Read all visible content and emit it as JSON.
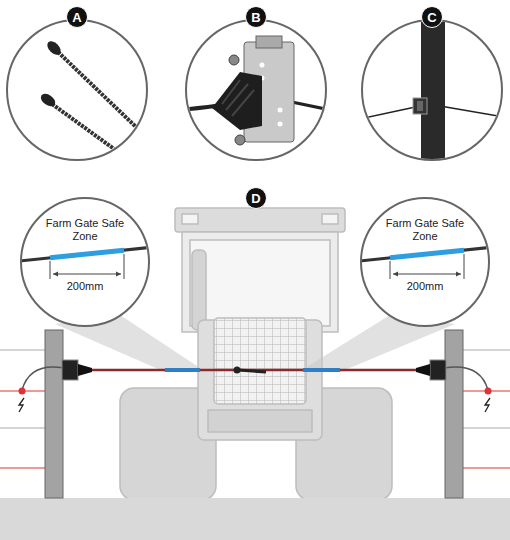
{
  "diagram": {
    "nodes": [
      {
        "text": [
          "A"
        ]
      },
      {
        "text": [
          "B"
        ]
      },
      {
        "text": [
          "C"
        ]
      },
      {
        "text": [
          "D"
        ]
      },
      {
        "text": [
          "Farm Gate Safe Zone",
          "200mm"
        ]
      },
      {
        "text": [
          "Farm Gate Safe Zone",
          "200mm"
        ]
      }
    ]
  }
}
